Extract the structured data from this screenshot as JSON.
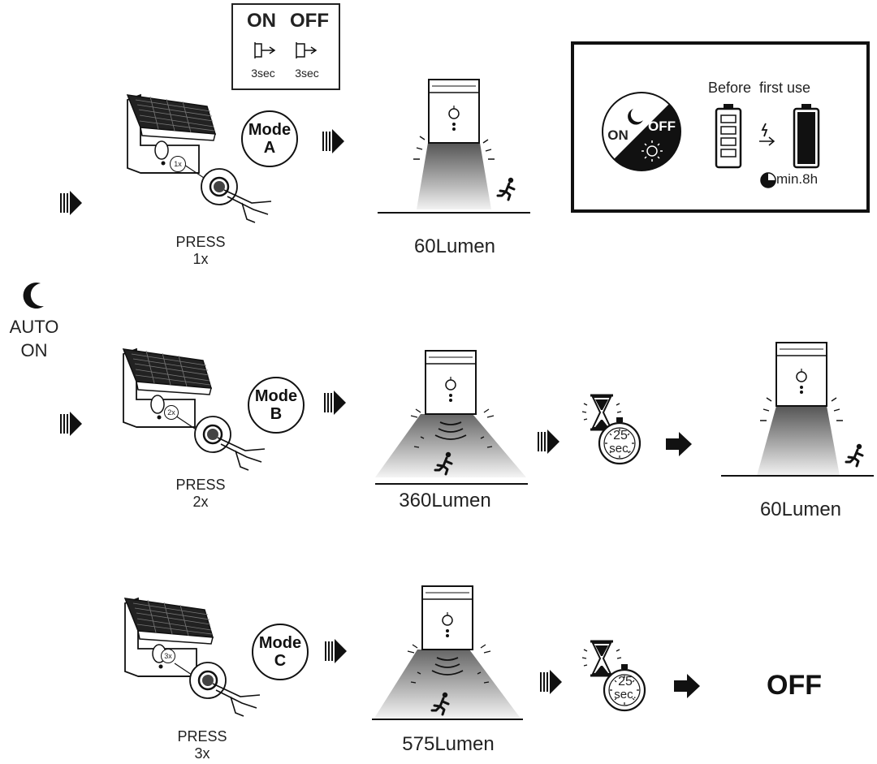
{
  "switch_box": {
    "on_label": "ON",
    "off_label": "OFF",
    "on_time": "3sec",
    "off_time": "3sec"
  },
  "auto_on": {
    "line1": "AUTO",
    "line2": "ON"
  },
  "rows": [
    {
      "mode_word": "Mode",
      "mode_letter": "A",
      "badge": "1x",
      "press": "PRESS",
      "count": "1x",
      "lumen": "60Lumen"
    },
    {
      "mode_word": "Mode",
      "mode_letter": "B",
      "badge": "2x",
      "press": "PRESS",
      "count": "2x",
      "lumen": "360Lumen",
      "timer": "25",
      "timer_unit": "sec.",
      "after_lumen": "60Lumen"
    },
    {
      "mode_word": "Mode",
      "mode_letter": "C",
      "badge": "3x",
      "press": "PRESS",
      "count": "3x",
      "lumen": "575Lumen",
      "timer": "25",
      "timer_unit": "sec.",
      "after_state": "OFF"
    }
  ],
  "info_box": {
    "dial_on": "ON",
    "dial_off": "OFF",
    "before_use": "Before  first use",
    "charge_time": "min.8h"
  },
  "icons": [
    "moon-icon",
    "sun-icon",
    "battery-icon",
    "lightning-icon",
    "hourglass-icon",
    "stopwatch-icon",
    "running-person-icon",
    "hand-press-icon",
    "arrow-right-icon",
    "pie-clock-icon"
  ]
}
